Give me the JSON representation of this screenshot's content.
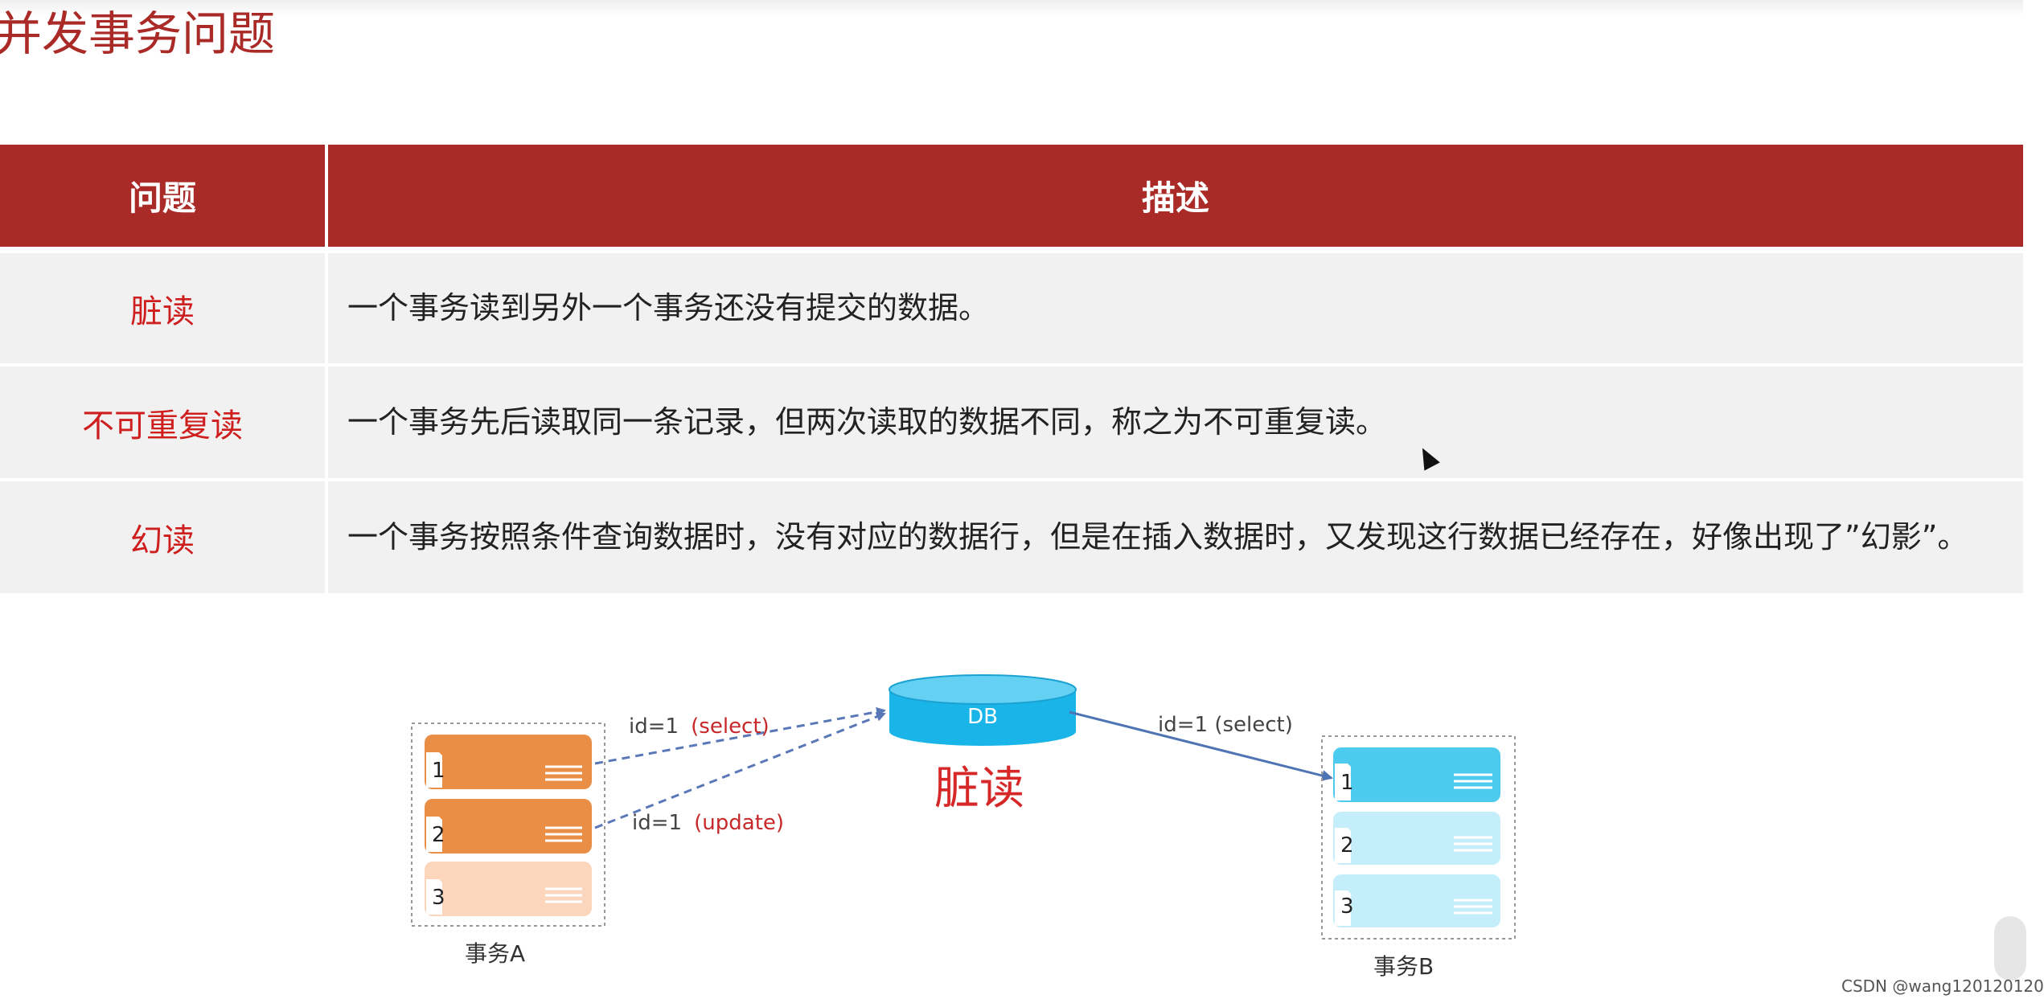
{
  "page": {
    "title": "并发事务问题"
  },
  "table": {
    "headers": [
      "问题",
      "描述"
    ],
    "rows": [
      {
        "issue": "脏读",
        "description": "一个事务读到另外一个事务还没有提交的数据。"
      },
      {
        "issue": "不可重复读",
        "description": "一个事务先后读取同一条记录，但两次读取的数据不同，称之为不可重复读。"
      },
      {
        "issue": "幻读",
        "description": "一个事务按照条件查询数据时，没有对应的数据行，但是在插入数据时，又发现这行数据已经存在，好像出现了”幻影”。"
      }
    ]
  },
  "diagram": {
    "db_label": "DB",
    "center_label": "脏读",
    "tx_a": {
      "caption": "事务A",
      "rows": [
        "1",
        "2",
        "3"
      ],
      "color_dark": "#ea8d45",
      "color_light": "#fbd6bc"
    },
    "tx_b": {
      "caption": "事务B",
      "rows": [
        "1",
        "2",
        "3"
      ],
      "color_dark": "#4ccbee",
      "color_light": "#c3eefa"
    },
    "db_color": "#1ab5e8",
    "arrow_color_a": "#5a78b8",
    "arrow_color_b": "#4f74b4",
    "arrows": {
      "a_select": {
        "prefix": "id=1",
        "op": "(select)"
      },
      "a_update": {
        "prefix": "id=1",
        "op": "(update)"
      },
      "b_select": {
        "text": "id=1 (select)"
      }
    }
  },
  "watermark": "CSDN @wang120120120",
  "colors": {
    "header_bg": "#a92a26",
    "issue_text": "#cf1e1e",
    "row_bg": "#f1f1f1"
  }
}
